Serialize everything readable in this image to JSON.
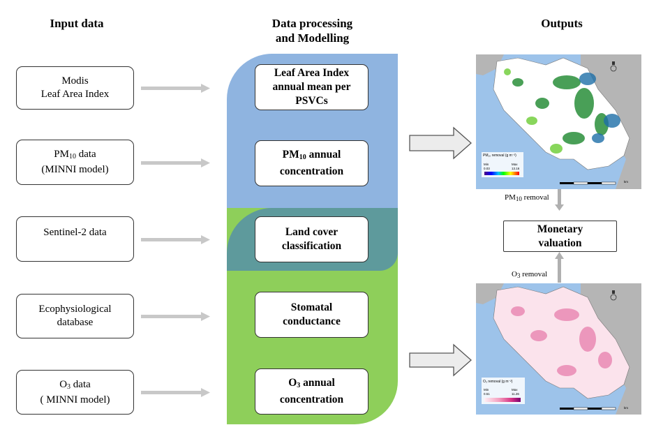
{
  "headers": {
    "input": "Input data",
    "processing_line1": "Data processing",
    "processing_line2": "and Modelling",
    "outputs": "Outputs"
  },
  "inputs": {
    "modis": [
      "Modis",
      "Leaf Area Index"
    ],
    "pm10": {
      "pre": "PM",
      "sub": "10",
      "post": " data",
      "line2": "(MINNI model)"
    },
    "sentinel": "Sentinel-2 data",
    "ecophys": [
      "Ecophysiological",
      "database"
    ],
    "o3": {
      "pre": "O",
      "sub": "3",
      "post": " data",
      "line2": "( MINNI model)"
    }
  },
  "processing": {
    "lai": [
      "Leaf Area Index",
      "annual mean per",
      "PSVCs"
    ],
    "pm10_conc": {
      "pre": "PM",
      "sub": "10",
      "post": " annual",
      "line2": "concentration"
    },
    "landcover": [
      "Land cover",
      "classification"
    ],
    "stomatal": [
      "Stomatal",
      "conductance"
    ],
    "o3_conc": {
      "pre": "O",
      "sub": "3",
      "post": " annual",
      "line2": "concentration"
    }
  },
  "outputs": {
    "pm10_removal": {
      "pre": "PM",
      "sub": "10",
      "post": " removal"
    },
    "o3_removal": {
      "pre": "O",
      "sub": "3",
      "post": " removal"
    },
    "monetary": [
      "Monetary",
      "valuation"
    ],
    "map_pm10": {
      "legend_title": "PM₁₀ removal (g m⁻²)",
      "min_label": "Min",
      "max_label": "Max",
      "min": "0.03",
      "max": "13.16"
    },
    "map_o3": {
      "legend_title": "O₃ removal (g m⁻²)",
      "min_label": "Min",
      "max_label": "Max",
      "min": "0.51",
      "max": "11.26"
    },
    "scale_unit": "km"
  },
  "colors": {
    "blue_panel": "#8fb4e0",
    "green_panel": "#8ecf5a",
    "overlap_panel": "#5e9a9c",
    "arrow_gray": "#c8c8c8",
    "sea": "#9dc3ea",
    "land_gray": "#b5b5b5"
  }
}
